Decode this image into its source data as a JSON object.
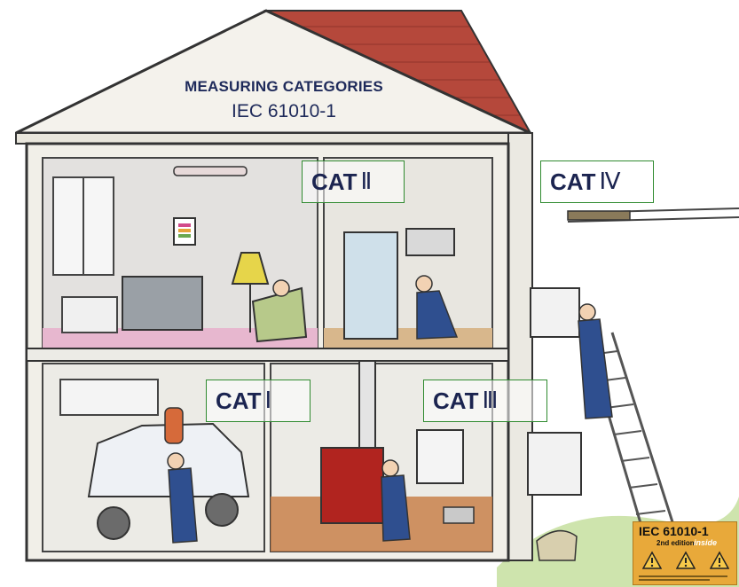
{
  "title": {
    "main": "MEASURING CATEGORIES",
    "standard": "IEC 61010-1"
  },
  "categories": [
    {
      "label": "CAT",
      "roman": "Ⅱ"
    },
    {
      "label": "CAT",
      "roman": "Ⅳ"
    },
    {
      "label": "CAT",
      "roman": "Ⅰ"
    },
    {
      "label": "CAT",
      "roman": "Ⅲ"
    }
  ],
  "badge": {
    "standard": "IEC 61010-1",
    "edition": "2nd edition",
    "inside": "inside"
  },
  "colors": {
    "roof": "#b5483b",
    "wall": "#f1efe8",
    "outline": "#333333",
    "category_border": "#2f8a2f",
    "title_text": "#1e2a5a",
    "floor_living": "#e7b7cf",
    "floor_basement": "#c9814a",
    "boiler": "#b1241f",
    "badge": "#e8a93a"
  }
}
